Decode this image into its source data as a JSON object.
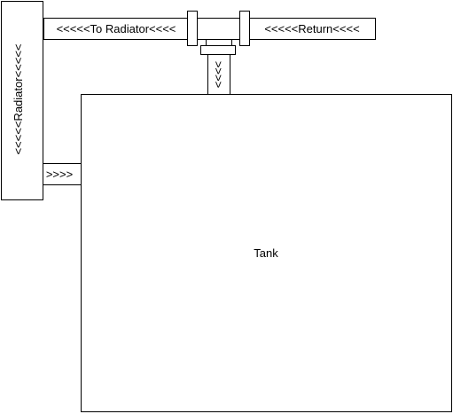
{
  "diagram": {
    "labels": {
      "to_radiator": "<<<<<To Radiator<<<<",
      "return": "<<<<<Return<<<<",
      "radiator": "<<<<<Radiator<<<<<",
      "inlet": ">>>>",
      "drop": ">>>>",
      "tank": "Tank"
    },
    "colors": {
      "stroke": "#000000",
      "fill": "#ffffff"
    }
  }
}
